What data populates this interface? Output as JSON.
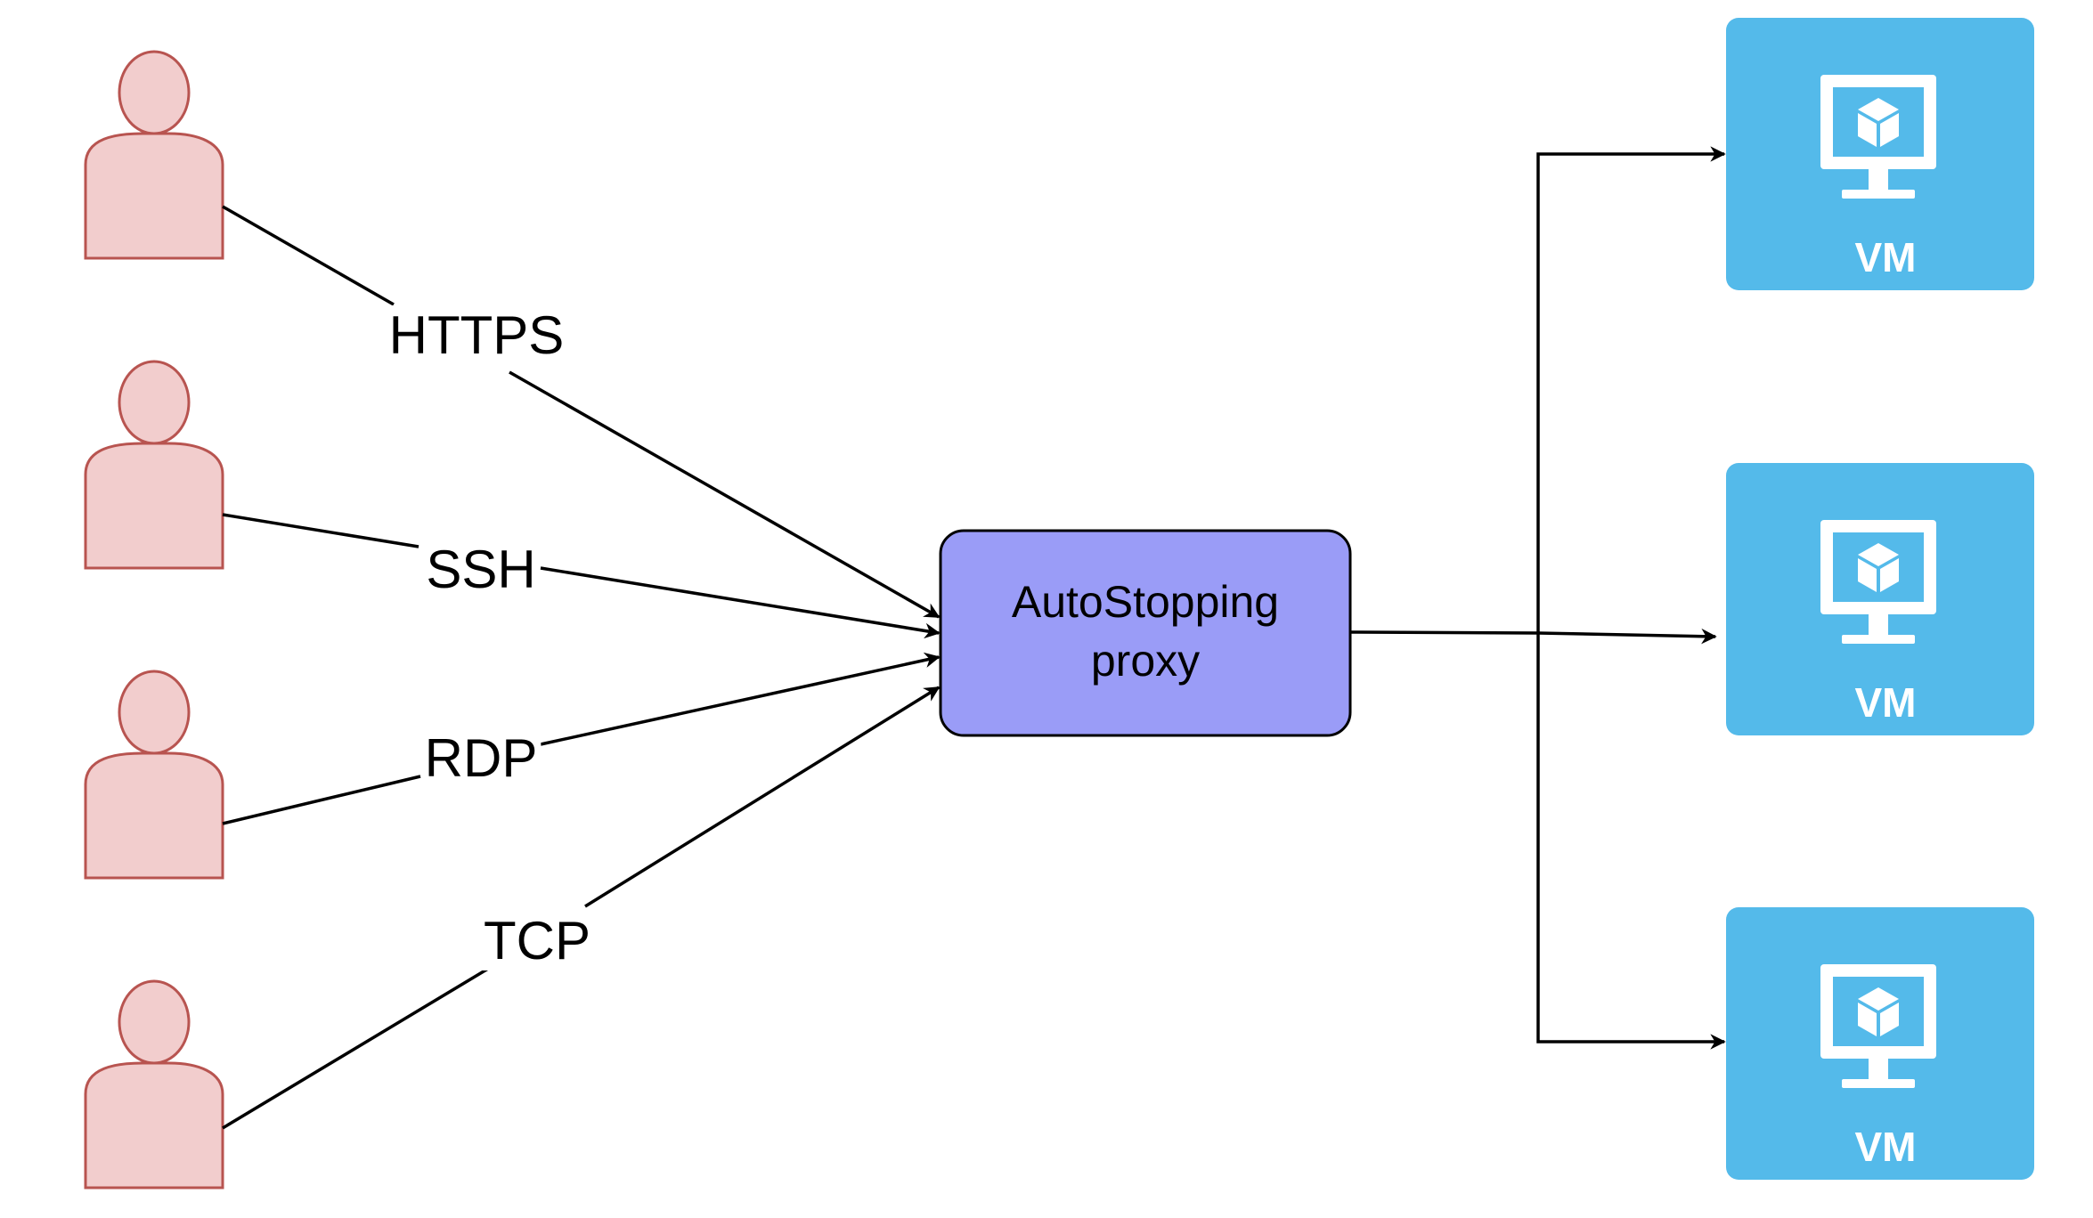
{
  "colors": {
    "user_fill": "#f2cdcd",
    "user_stroke": "#b85450",
    "proxy_fill": "#9a9cf7",
    "proxy_stroke": "#000000",
    "vm_fill": "#54baea",
    "vm_icon": "#ffffff",
    "line": "#000000"
  },
  "users": [
    {
      "icon": "user-icon"
    },
    {
      "icon": "user-icon"
    },
    {
      "icon": "user-icon"
    },
    {
      "icon": "user-icon"
    }
  ],
  "connections": [
    {
      "label": "HTTPS"
    },
    {
      "label": "SSH"
    },
    {
      "label": "RDP"
    },
    {
      "label": "TCP"
    }
  ],
  "proxy": {
    "line1": "AutoStopping",
    "line2": "proxy"
  },
  "vms": [
    {
      "label": "VM",
      "icon": "virtual-machine-icon"
    },
    {
      "label": "VM",
      "icon": "virtual-machine-icon"
    },
    {
      "label": "VM",
      "icon": "virtual-machine-icon"
    }
  ]
}
